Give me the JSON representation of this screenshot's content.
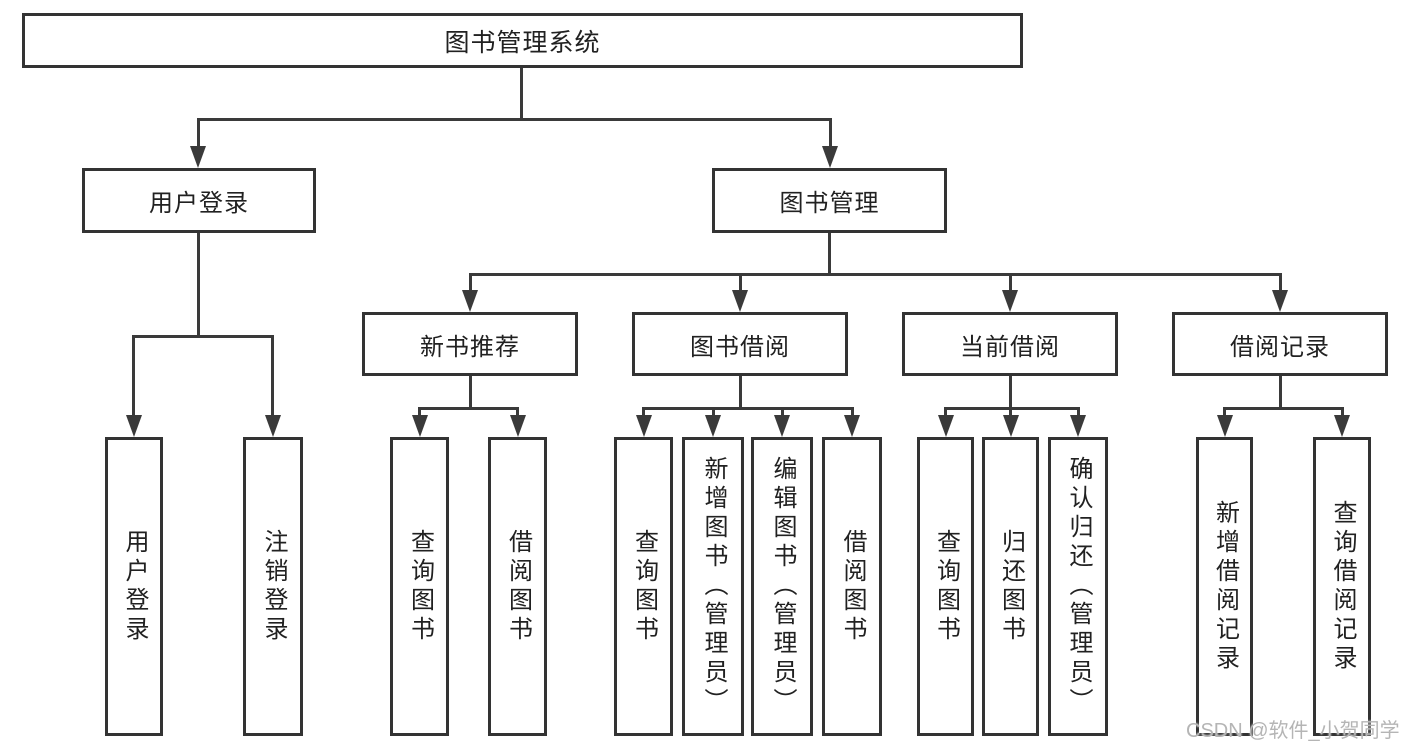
{
  "tree": {
    "root": {
      "label": "图书管理系统"
    },
    "branches": [
      {
        "label": "用户登录",
        "children": [
          "用户登录",
          "注销登录"
        ]
      },
      {
        "label": "图书管理",
        "children": [
          {
            "label": "新书推荐",
            "children": [
              "查询图书",
              "借阅图书"
            ]
          },
          {
            "label": "图书借阅",
            "children": [
              "查询图书",
              "新增图书（管理员）",
              "编辑图书（管理员）",
              "借阅图书"
            ]
          },
          {
            "label": "当前借阅",
            "children": [
              "查询图书",
              "归还图书",
              "确认归还（管理员）"
            ]
          },
          {
            "label": "借阅记录",
            "children": [
              "新增借阅记录",
              "查询借阅记录"
            ]
          }
        ]
      }
    ]
  },
  "watermark": "CSDN @软件_小贺同学",
  "colors": {
    "line_color": "#3a3a3a",
    "border_color": "#333333",
    "text_color": "#212121",
    "box_fill": "#ffffff",
    "watermark_color": "#b5b5b5"
  }
}
